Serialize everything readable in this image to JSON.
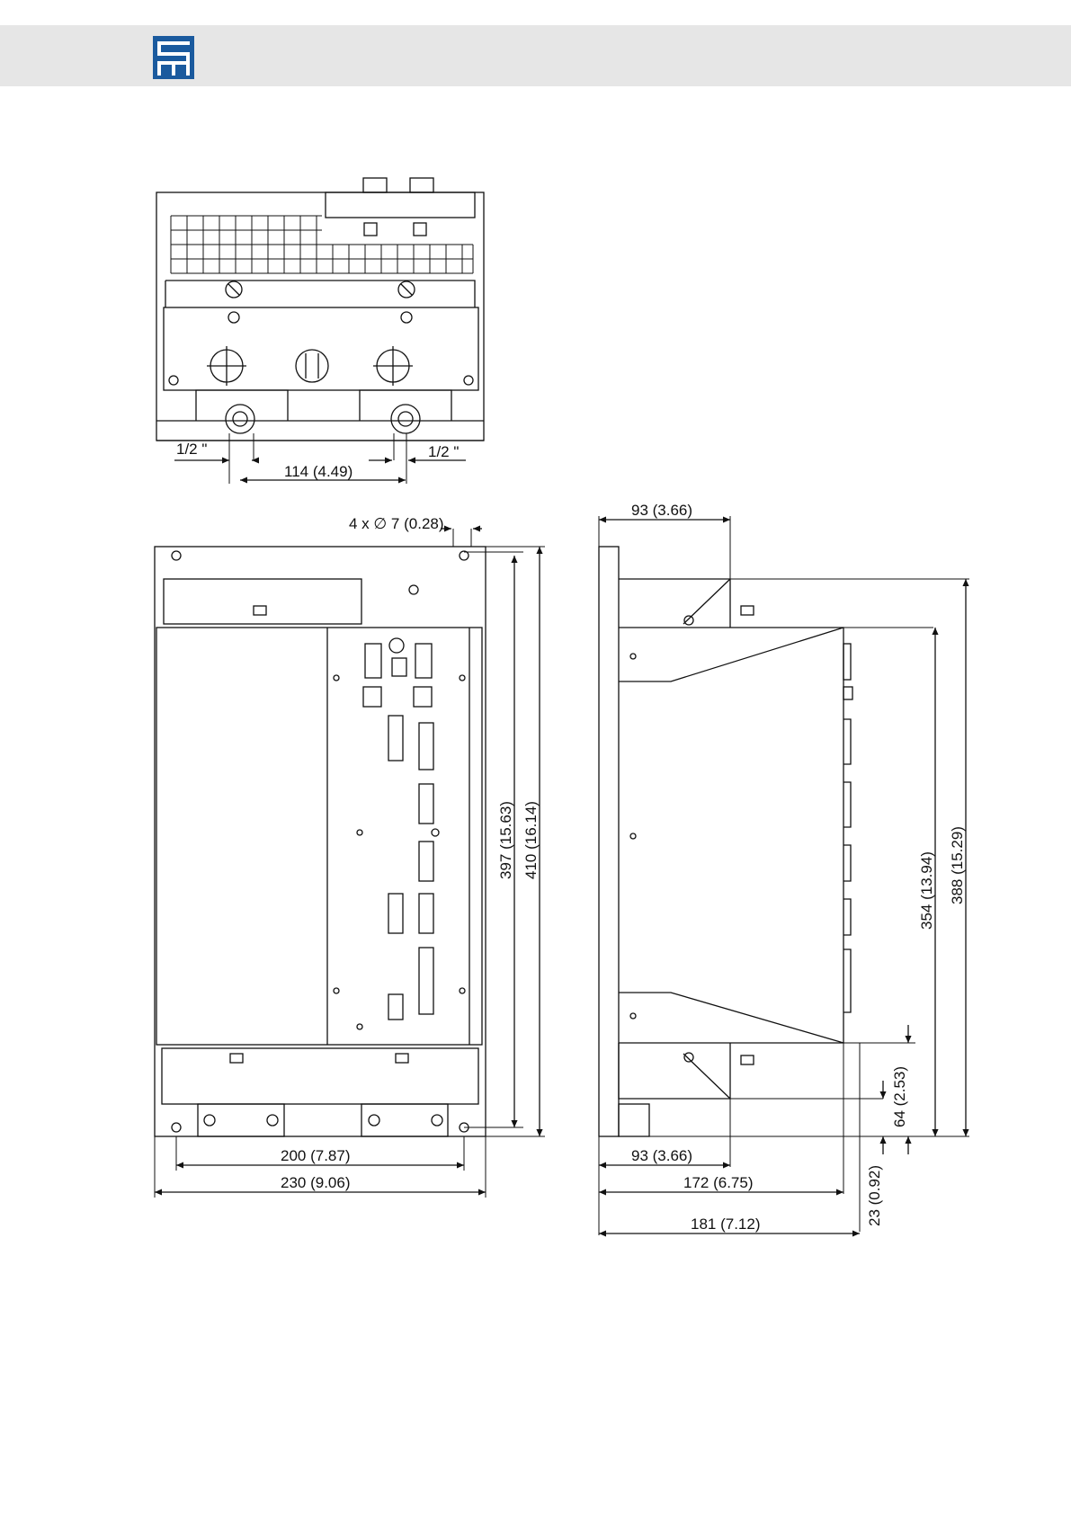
{
  "header": {
    "logo_name": "sew-eurodrive-logo",
    "band_color": "#e6e6e6",
    "logo_color": "#1a5a9e"
  },
  "top_view": {
    "label_left": "1/2 \"",
    "label_right": "1/2 \"",
    "spacing": "114 (4.49)"
  },
  "front_view": {
    "holes": "4 x ∅ 7 (0.28)",
    "height_inner": "397 (15.63)",
    "height_outer": "410 (16.14)",
    "width_inner": "200 (7.87)",
    "width_outer": "230 (9.06)"
  },
  "side_view": {
    "depth_top": "93 (3.66)",
    "depth_bottom": "93 (3.66)",
    "depth_mid": "172 (6.75)",
    "depth_total": "181 (7.12)",
    "height_body": "354 (13.94)",
    "height_total": "388 (15.29)",
    "offset_bottom": "64 (2.53)",
    "offset_small": "23 (0.92)"
  }
}
